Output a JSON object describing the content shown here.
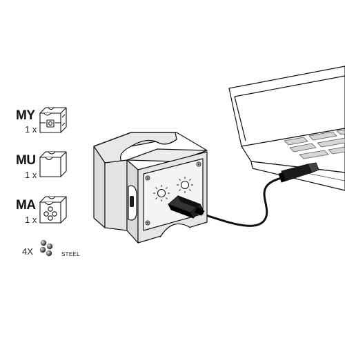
{
  "parts": [
    {
      "code": "MY",
      "quantity": "1 x",
      "icon": "my-block-icon"
    },
    {
      "code": "MU",
      "quantity": "1 x",
      "icon": "mu-block-icon"
    },
    {
      "code": "MA",
      "quantity": "1 x",
      "icon": "ma-block-icon"
    }
  ],
  "steel": {
    "count": "4X",
    "label": "STEEL",
    "icon": "steel-balls-icon"
  },
  "colors": {
    "line": "#111111",
    "block_fill": "#e6e6e6",
    "panel_fill": "#f4f4f4",
    "cable": "#111111"
  }
}
